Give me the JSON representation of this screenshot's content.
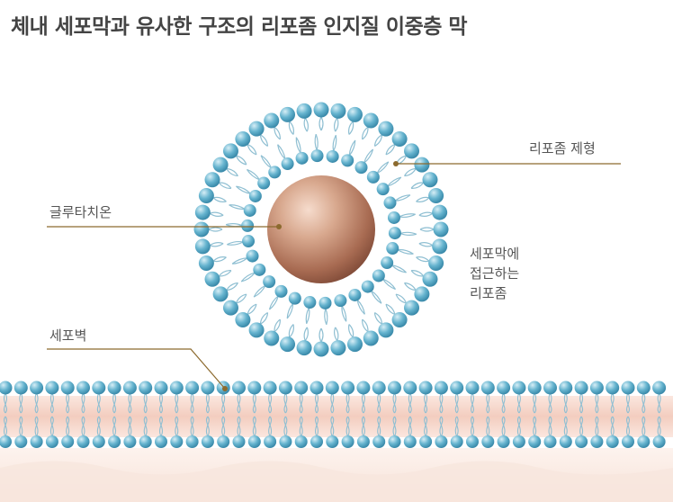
{
  "title": "체내 세포막과 유사한 구조의 리포좀 인지질 이중층 막",
  "labels": {
    "liposome_form": "리포좀 제형",
    "glutathione": "글루타치온",
    "approach_line1": "세포막에",
    "approach_line2": "접근하는",
    "approach_line3": "리포좀",
    "cell_wall": "세포벽"
  },
  "colors": {
    "head": "#5fb0cc",
    "head_highlight": "#bfe4f0",
    "tail": "#8fbfd2",
    "core": "#b77f66",
    "core_highlight": "#f4d7c8",
    "leader": "#8c6a2e",
    "membrane_fill": "#f6d9cf"
  }
}
